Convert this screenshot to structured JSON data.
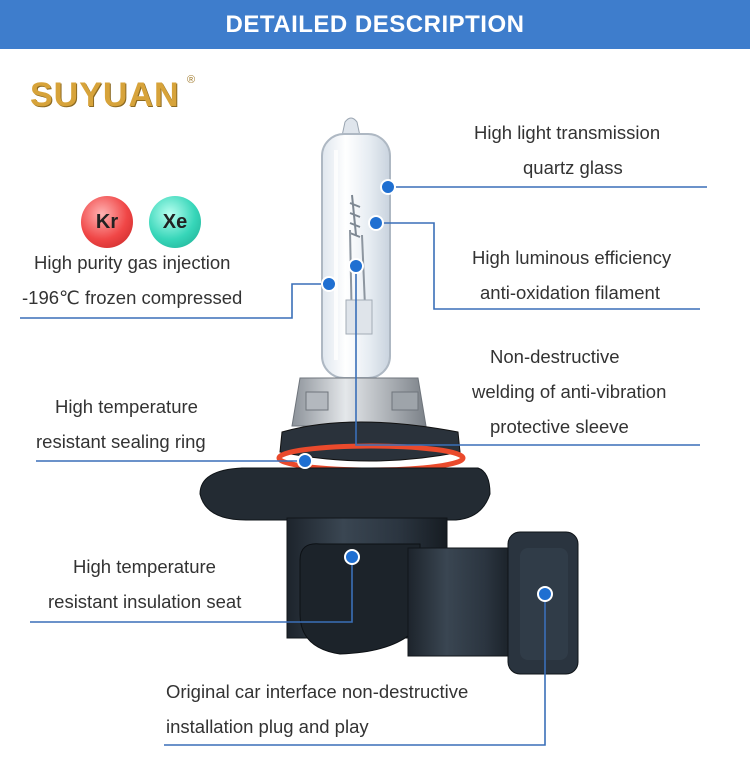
{
  "header": {
    "title": "DETAILED DESCRIPTION"
  },
  "brand": {
    "name": "SUYUAN",
    "registered_mark": "®"
  },
  "gas_badges": [
    {
      "symbol": "Kr",
      "color": "#e84545"
    },
    {
      "symbol": "Xe",
      "color": "#33d3b5"
    }
  ],
  "callouts": {
    "quartz": [
      "High light transmission",
      "quartz glass"
    ],
    "filament": [
      "High luminous efficiency",
      "anti-oxidation filament"
    ],
    "gas": [
      "High purity gas injection",
      "-196℃ frozen compressed"
    ],
    "sleeve": [
      "Non-destructive",
      "welding of anti-vibration",
      "protective sleeve"
    ],
    "sealing_ring": [
      "High temperature",
      "resistant sealing ring"
    ],
    "insulation_seat": [
      "High temperature",
      "resistant insulation seat"
    ],
    "interface": [
      "Original car interface non-destructive",
      "installation plug and play"
    ]
  },
  "colors": {
    "banner": "#3e7dcc",
    "leader_line": "#3a6fb8",
    "dot": "#1f6fd1",
    "brand_gold": "#d7a33a"
  }
}
